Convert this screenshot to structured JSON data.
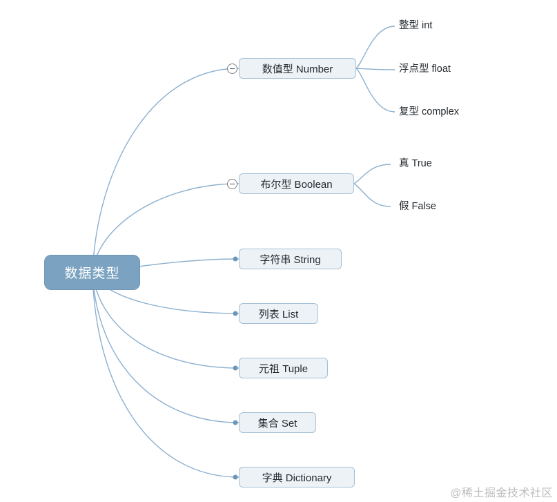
{
  "colors": {
    "root_fill": "#7ba3c1",
    "root_text": "#ffffff",
    "branch_fill": "#edf2f7",
    "branch_border": "#a5c0d6",
    "connector": "#8cb0cf",
    "text": "#24292e",
    "watermark": "#bdbdbd"
  },
  "mindmap": {
    "root": {
      "label": "数据类型"
    },
    "branches": [
      {
        "id": "number",
        "label": "数值型 Number",
        "collapse_icon": "minus-circle-icon",
        "children": [
          {
            "label": "整型 int"
          },
          {
            "label": "浮点型 float"
          },
          {
            "label": "复型 complex"
          }
        ]
      },
      {
        "id": "boolean",
        "label": "布尔型 Boolean",
        "collapse_icon": "minus-circle-icon",
        "children": [
          {
            "label": "真 True"
          },
          {
            "label": "假 False"
          }
        ]
      },
      {
        "id": "string",
        "label": "字符串 String",
        "connector_end": "dot",
        "children": []
      },
      {
        "id": "list",
        "label": "列表 List",
        "connector_end": "dot",
        "children": []
      },
      {
        "id": "tuple",
        "label": "元祖 Tuple",
        "connector_end": "dot",
        "children": []
      },
      {
        "id": "set",
        "label": "集合 Set",
        "connector_end": "dot",
        "children": []
      },
      {
        "id": "dictionary",
        "label": "字典 Dictionary",
        "connector_end": "dot",
        "children": []
      }
    ]
  },
  "watermark": {
    "text": "@稀土掘金技术社区"
  }
}
